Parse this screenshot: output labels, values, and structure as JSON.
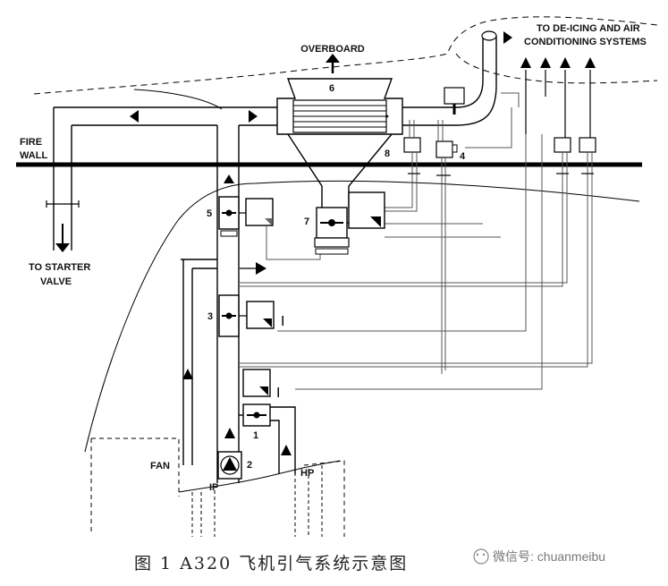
{
  "labels": {
    "overboard": "OVERBOARD",
    "deicing_line1": "TO DE-ICING AND AIR",
    "deicing_line2": "CONDITIONING SYSTEMS",
    "fire_wall_line1": "FIRE",
    "fire_wall_line2": "WALL",
    "starter_line1": "TO STARTER",
    "starter_line2": "VALVE",
    "fan": "FAN",
    "ip": "IP",
    "hp": "HP"
  },
  "components": [
    {
      "id": "1",
      "label": "1"
    },
    {
      "id": "2",
      "label": "2"
    },
    {
      "id": "3",
      "label": "3"
    },
    {
      "id": "4",
      "label": "4"
    },
    {
      "id": "5",
      "label": "5"
    },
    {
      "id": "6",
      "label": "6"
    },
    {
      "id": "7",
      "label": "7"
    },
    {
      "id": "8",
      "label": "8"
    }
  ],
  "caption": "图 1   A320 飞机引气系统示意图",
  "watermark": "微信号: chuanmeibu"
}
